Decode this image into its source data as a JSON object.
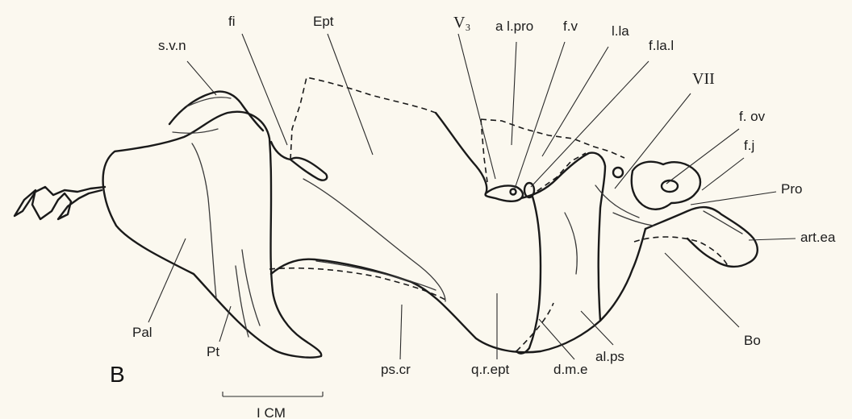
{
  "figure": {
    "panel_letter": "B",
    "scale_bar_label": "I CM",
    "labels": {
      "svn": "s.v.n",
      "fi": "fi",
      "ept": "Ept",
      "v3": "V₃",
      "alpro": "a l.pro",
      "fv": "f.v",
      "lla": "l.la",
      "flal": "f.la.l",
      "vii": "VII",
      "fov": "f. ov",
      "fj": "f.j",
      "pro": "Pro",
      "artea": "art.ea",
      "bo": "Bo",
      "alps": "al.ps",
      "dme": "d.m.e",
      "qrept": "q.r.ept",
      "pscr": "ps.cr",
      "pt": "Pt",
      "pal": "Pal"
    }
  }
}
